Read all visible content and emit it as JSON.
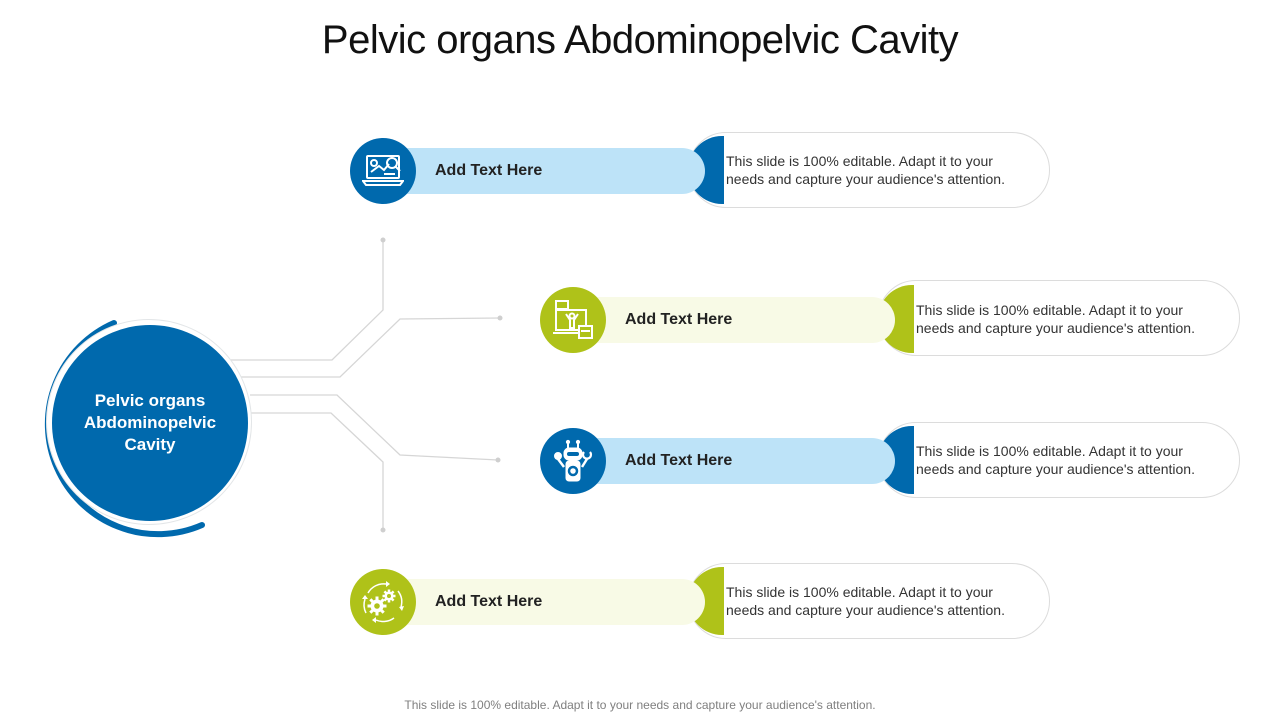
{
  "title": "Pelvic organs Abdominopelvic Cavity",
  "hub": {
    "label": "Pelvic organs Abdominopelvic Cavity",
    "color": "#0069ad"
  },
  "items": [
    {
      "label": "Add Text Here",
      "description": "This slide is 100% editable. Adapt it to your needs and capture your audience's attention.",
      "icon": "laptop-analytics-icon",
      "accent": "#0069ad",
      "pill_color": "#bde3f8"
    },
    {
      "label": "Add Text Here",
      "description": "This slide is 100% editable. Adapt it to your needs and capture your audience's attention.",
      "icon": "online-training-icon",
      "accent": "#afc219",
      "pill_color": "#f8fae6"
    },
    {
      "label": "Add Text Here",
      "description": "This slide is 100% editable. Adapt it to your needs and capture your audience's attention.",
      "icon": "robot-icon",
      "accent": "#0069ad",
      "pill_color": "#bde3f8"
    },
    {
      "label": "Add Text Here",
      "description": "This slide is 100% editable. Adapt it to your needs and capture your audience's attention.",
      "icon": "gears-cycle-icon",
      "accent": "#afc219",
      "pill_color": "#f8fae6"
    }
  ],
  "footer": "This slide is 100% editable. Adapt it to your needs and capture your audience's attention."
}
